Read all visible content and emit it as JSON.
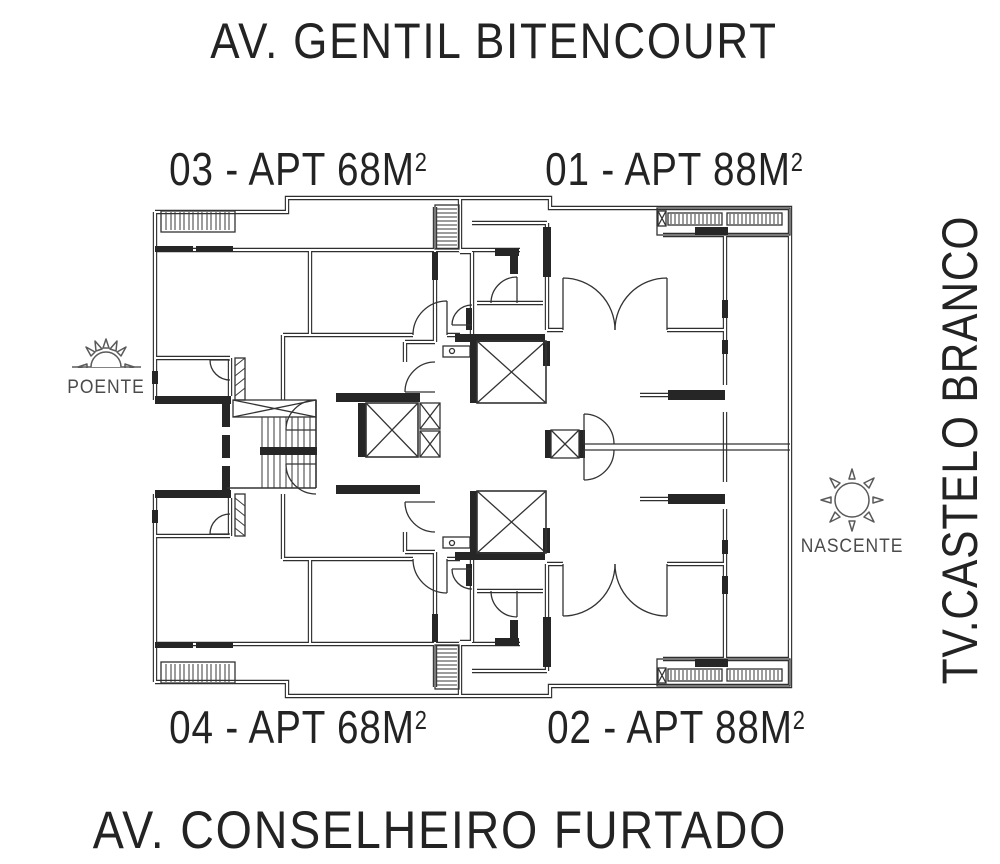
{
  "page": {
    "type": "architectural-floor-plan",
    "background": "#ffffff"
  },
  "streets": {
    "top": "AV. GENTIL BITENCOURT",
    "bottom": "AV. CONSELHEIRO FURTADO",
    "right_vertical": "TV.CASTELO BRANCO"
  },
  "orientation": {
    "west_label": "POENTE",
    "east_label": "NASCENTE"
  },
  "icons": {
    "west_sun": "setting-sun-icon",
    "east_sun": "rising-sun-icon"
  },
  "apartments": [
    {
      "number": "03",
      "label_base": "03 - APT 68M",
      "area_sup": "2",
      "area_m2": 68,
      "position": "top-left"
    },
    {
      "number": "01",
      "label_base": "01 - APT 88M",
      "area_sup": "2",
      "area_m2": 88,
      "position": "top-right"
    },
    {
      "number": "04",
      "label_base": "04 - APT 68M",
      "area_sup": "2",
      "area_m2": 68,
      "position": "bottom-left"
    },
    {
      "number": "02",
      "label_base": "02 - APT 88M",
      "area_sup": "2",
      "area_m2": 88,
      "position": "bottom-right"
    }
  ],
  "plan_features": [
    "elevator-shafts",
    "staircase",
    "service-shaft",
    "balcony-windows",
    "door-swings"
  ],
  "colors": {
    "ink": "#232323",
    "wall_line": "#2f2f2f",
    "muted_label": "#4b4b4b",
    "background": "#ffffff"
  }
}
